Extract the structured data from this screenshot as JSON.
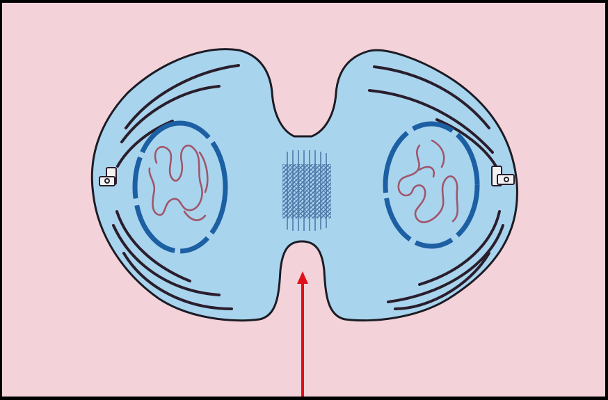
{
  "diagram": {
    "subject": "cytokinesis",
    "colors": {
      "background": "#f4d2da",
      "frame": "#000000",
      "cytoplasm": "#a9d4ee",
      "cell_outline": "#1c1c24",
      "spindle_fibers": "#2a1e2c",
      "nuclear_envelope": "#1d5fa3",
      "chromatin": "#a0566a",
      "midbody": "#4f77a8",
      "arrow": "#e0101a"
    },
    "parts": [
      "left-daughter-cell",
      "right-daughter-cell",
      "cleavage-furrow",
      "midbody",
      "left-nucleus",
      "right-nucleus",
      "left-centriole",
      "right-centriole",
      "pointer-arrow"
    ]
  }
}
